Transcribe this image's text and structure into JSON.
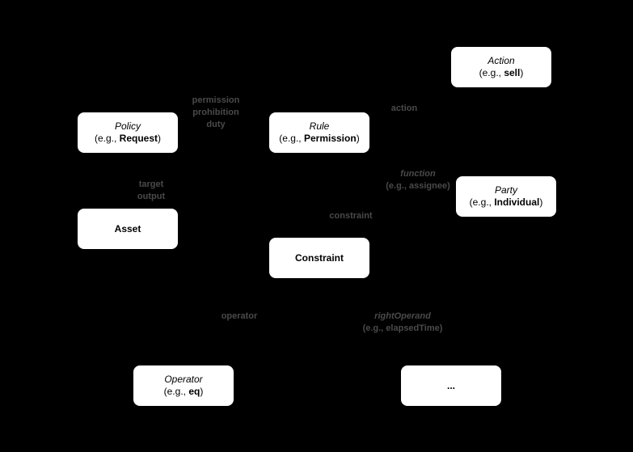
{
  "diagram": {
    "background_color": "#000000",
    "node_background_color": "#ffffff",
    "node_text_color": "#000000",
    "edge_label_color": "#4a4a4a"
  },
  "nodes": {
    "action": {
      "title": "Action",
      "eg_prefix": "(e.g., ",
      "eg_value": "sell",
      "eg_suffix": ")"
    },
    "policy": {
      "title": "Policy",
      "eg_prefix": "(e.g., ",
      "eg_value": "Request",
      "eg_suffix": ")"
    },
    "rule": {
      "title": "Rule",
      "eg_prefix": "(e.g., ",
      "eg_value": "Permission",
      "eg_suffix": ")"
    },
    "party": {
      "title": "Party",
      "eg_prefix": "(e.g., ",
      "eg_value": "Individual",
      "eg_suffix": ")"
    },
    "asset": {
      "title": "Asset"
    },
    "constraint": {
      "title": "Constraint"
    },
    "operator": {
      "title": "Operator",
      "eg_prefix": "(e.g., ",
      "eg_value": "eq",
      "eg_suffix": ")"
    },
    "ellipsis": {
      "title": "..."
    }
  },
  "edge_labels": {
    "policy_rule": {
      "lines": [
        "permission",
        "prohibition",
        "duty"
      ]
    },
    "rule_action": {
      "text": "action"
    },
    "rule_party": {
      "line1": "function",
      "line2_prefix": "(e.g., ",
      "line2_value": "assignee",
      "line2_suffix": ")"
    },
    "policy_asset": {
      "lines": [
        "target",
        "output"
      ]
    },
    "rule_constraint": {
      "text": "constraint"
    },
    "constraint_operator": {
      "text": "operator"
    },
    "constraint_rightoperand": {
      "line1": "rightOperand",
      "line2_prefix": "(e.g., ",
      "line2_value": "elapsedTime",
      "line2_suffix": ")"
    }
  }
}
